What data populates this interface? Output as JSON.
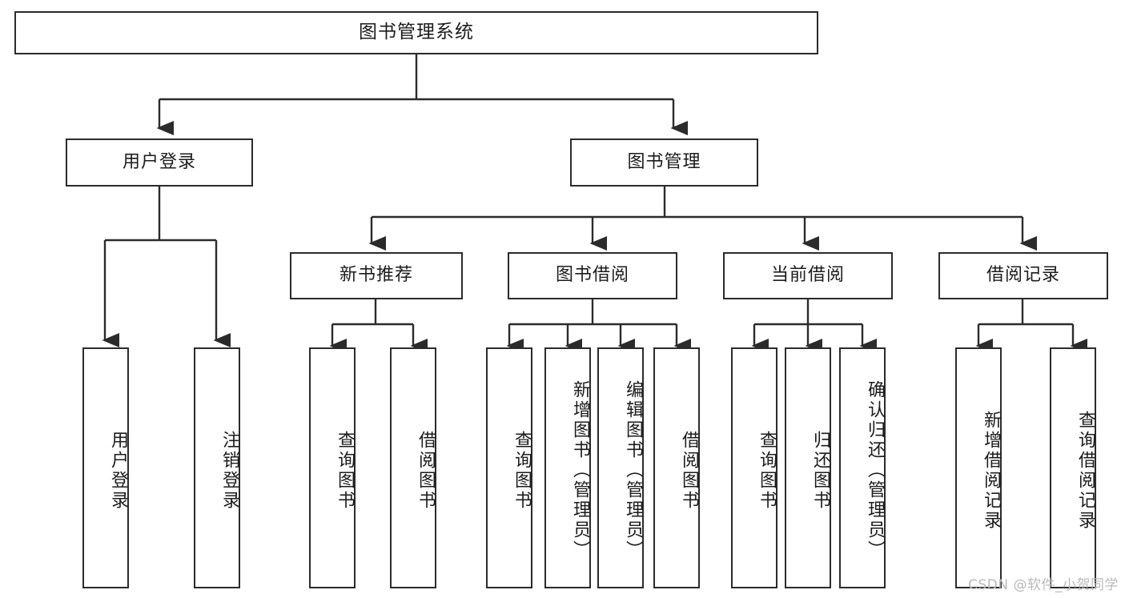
{
  "diagram": {
    "title": "图书管理系统",
    "type": "tree",
    "colors": {
      "border": "#2b2b2b",
      "background": "#ffffff",
      "text": "#1c1c1c",
      "edge": "#2b2b2b",
      "watermark": "#b9b9b9"
    },
    "root": {
      "label": "图书管理系统"
    },
    "level2": [
      {
        "label": "用户登录"
      },
      {
        "label": "图书管理"
      }
    ],
    "level3": [
      {
        "label": "新书推荐"
      },
      {
        "label": "图书借阅"
      },
      {
        "label": "当前借阅"
      },
      {
        "label": "借阅记录"
      }
    ],
    "leaves": {
      "user_login": [
        {
          "label": "用户登录"
        },
        {
          "label": "注销登录"
        }
      ],
      "new_book_recommend": [
        {
          "label": "查询图书"
        },
        {
          "label": "借阅图书"
        }
      ],
      "book_borrow": [
        {
          "label": "查询图书"
        },
        {
          "label": "新增图书（管理员）"
        },
        {
          "label": "编辑图书（管理员）"
        },
        {
          "label": "借阅图书"
        }
      ],
      "current_borrow": [
        {
          "label": "查询图书"
        },
        {
          "label": "归还图书"
        },
        {
          "label": "确认归还（管理员）"
        }
      ],
      "borrow_record": [
        {
          "label": "新增借阅记录"
        },
        {
          "label": "查询借阅记录"
        }
      ]
    }
  },
  "watermark": {
    "text": "CSDN @软件_小贺同学"
  }
}
